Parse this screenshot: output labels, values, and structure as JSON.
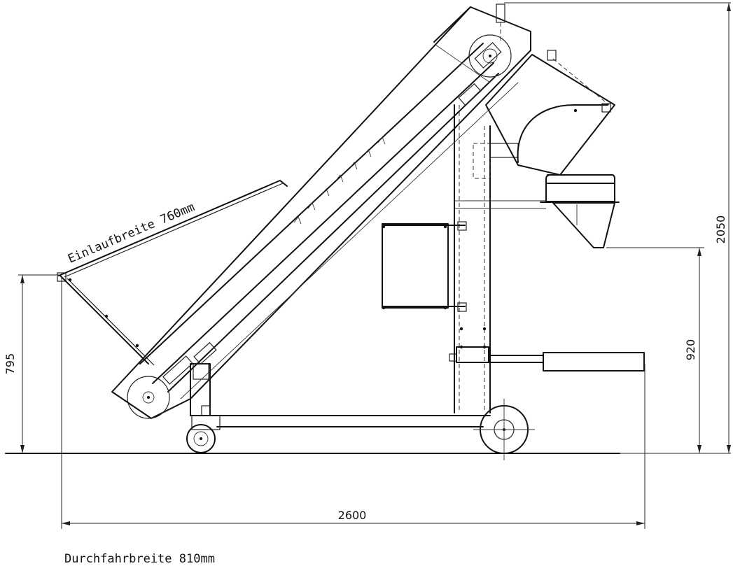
{
  "labels": {
    "inlet_width": "Einlaufbreite 760mm",
    "passage_width": "Durchfahrbreite 810mm"
  },
  "dimensions": {
    "total_length": "2600",
    "total_height": "2050",
    "outlet_height": "920",
    "inlet_height": "795"
  }
}
